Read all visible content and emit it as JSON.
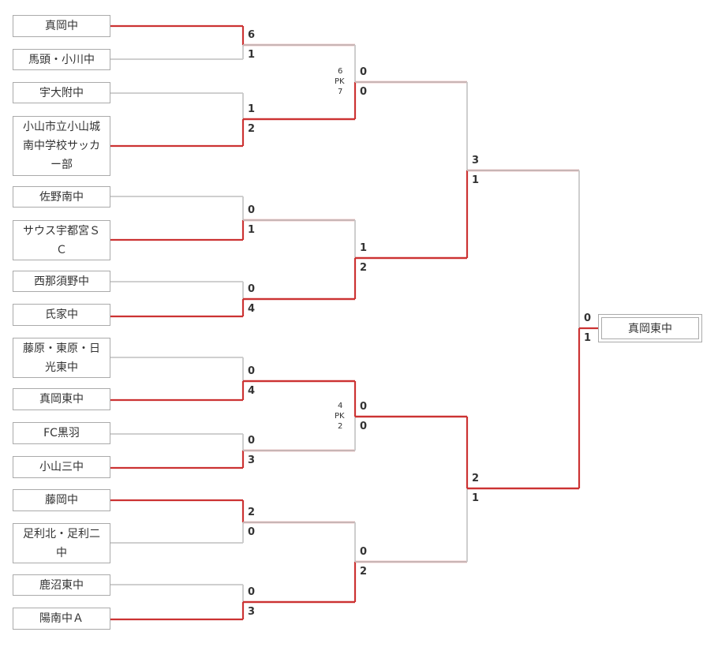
{
  "teams": [
    {
      "name": "真岡中"
    },
    {
      "name": "馬頭・小川中"
    },
    {
      "name": "宇大附中"
    },
    {
      "name": "小山市立小山城南中学校サッカー部"
    },
    {
      "name": "佐野南中"
    },
    {
      "name": "サウス宇都宮ＳＣ"
    },
    {
      "name": "西那須野中"
    },
    {
      "name": "氏家中"
    },
    {
      "name": "藤原・東原・日光東中"
    },
    {
      "name": "真岡東中"
    },
    {
      "name": "FC黒羽"
    },
    {
      "name": "小山三中"
    },
    {
      "name": "藤岡中"
    },
    {
      "name": "足利北・足利二中"
    },
    {
      "name": "鹿沼東中"
    },
    {
      "name": "陽南中Ａ"
    }
  ],
  "team_lines": [
    [
      "真岡中"
    ],
    [
      "馬頭・小川中"
    ],
    [
      "宇大附中"
    ],
    [
      "小山市立小山城",
      "南中学校サッカ",
      "ー部"
    ],
    [
      "佐野南中"
    ],
    [
      "サウス宇都宮Ｓ",
      "Ｃ"
    ],
    [
      "西那須野中"
    ],
    [
      "氏家中"
    ],
    [
      "藤原・東原・日",
      "光東中"
    ],
    [
      "真岡東中"
    ],
    [
      "FC黒羽"
    ],
    [
      "小山三中"
    ],
    [
      "藤岡中"
    ],
    [
      "足利北・足利二",
      "中"
    ],
    [
      "鹿沼東中"
    ],
    [
      "陽南中Ａ"
    ]
  ],
  "round1": [
    {
      "scores": [
        "6",
        "1"
      ],
      "winner": 0
    },
    {
      "scores": [
        "1",
        "2"
      ],
      "winner": 1
    },
    {
      "scores": [
        "0",
        "1"
      ],
      "winner": 1
    },
    {
      "scores": [
        "0",
        "4"
      ],
      "winner": 1
    },
    {
      "scores": [
        "0",
        "4"
      ],
      "winner": 1
    },
    {
      "scores": [
        "0",
        "3"
      ],
      "winner": 1
    },
    {
      "scores": [
        "2",
        "0"
      ],
      "winner": 0
    },
    {
      "scores": [
        "0",
        "3"
      ],
      "winner": 1
    }
  ],
  "round2": [
    {
      "scores": [
        "0",
        "0"
      ],
      "winner": 1,
      "pk": [
        "6",
        "PK",
        "7"
      ]
    },
    {
      "scores": [
        "1",
        "2"
      ],
      "winner": 1
    },
    {
      "scores": [
        "0",
        "0"
      ],
      "winner": 0,
      "pk": [
        "4",
        "PK",
        "2"
      ]
    },
    {
      "scores": [
        "0",
        "2"
      ],
      "winner": 1
    }
  ],
  "semifinal": [
    {
      "scores": [
        "3",
        "1"
      ],
      "winner": 1
    },
    {
      "scores": [
        "2",
        "1"
      ],
      "winner": 0
    }
  ],
  "final": {
    "scores": [
      "0",
      "1"
    ],
    "winner": 1
  },
  "champion": "真岡東中",
  "colors": {
    "win": "#cc3333",
    "lose": "#c8c8c8",
    "box_border": "#aaaaaa",
    "text": "#333333"
  }
}
